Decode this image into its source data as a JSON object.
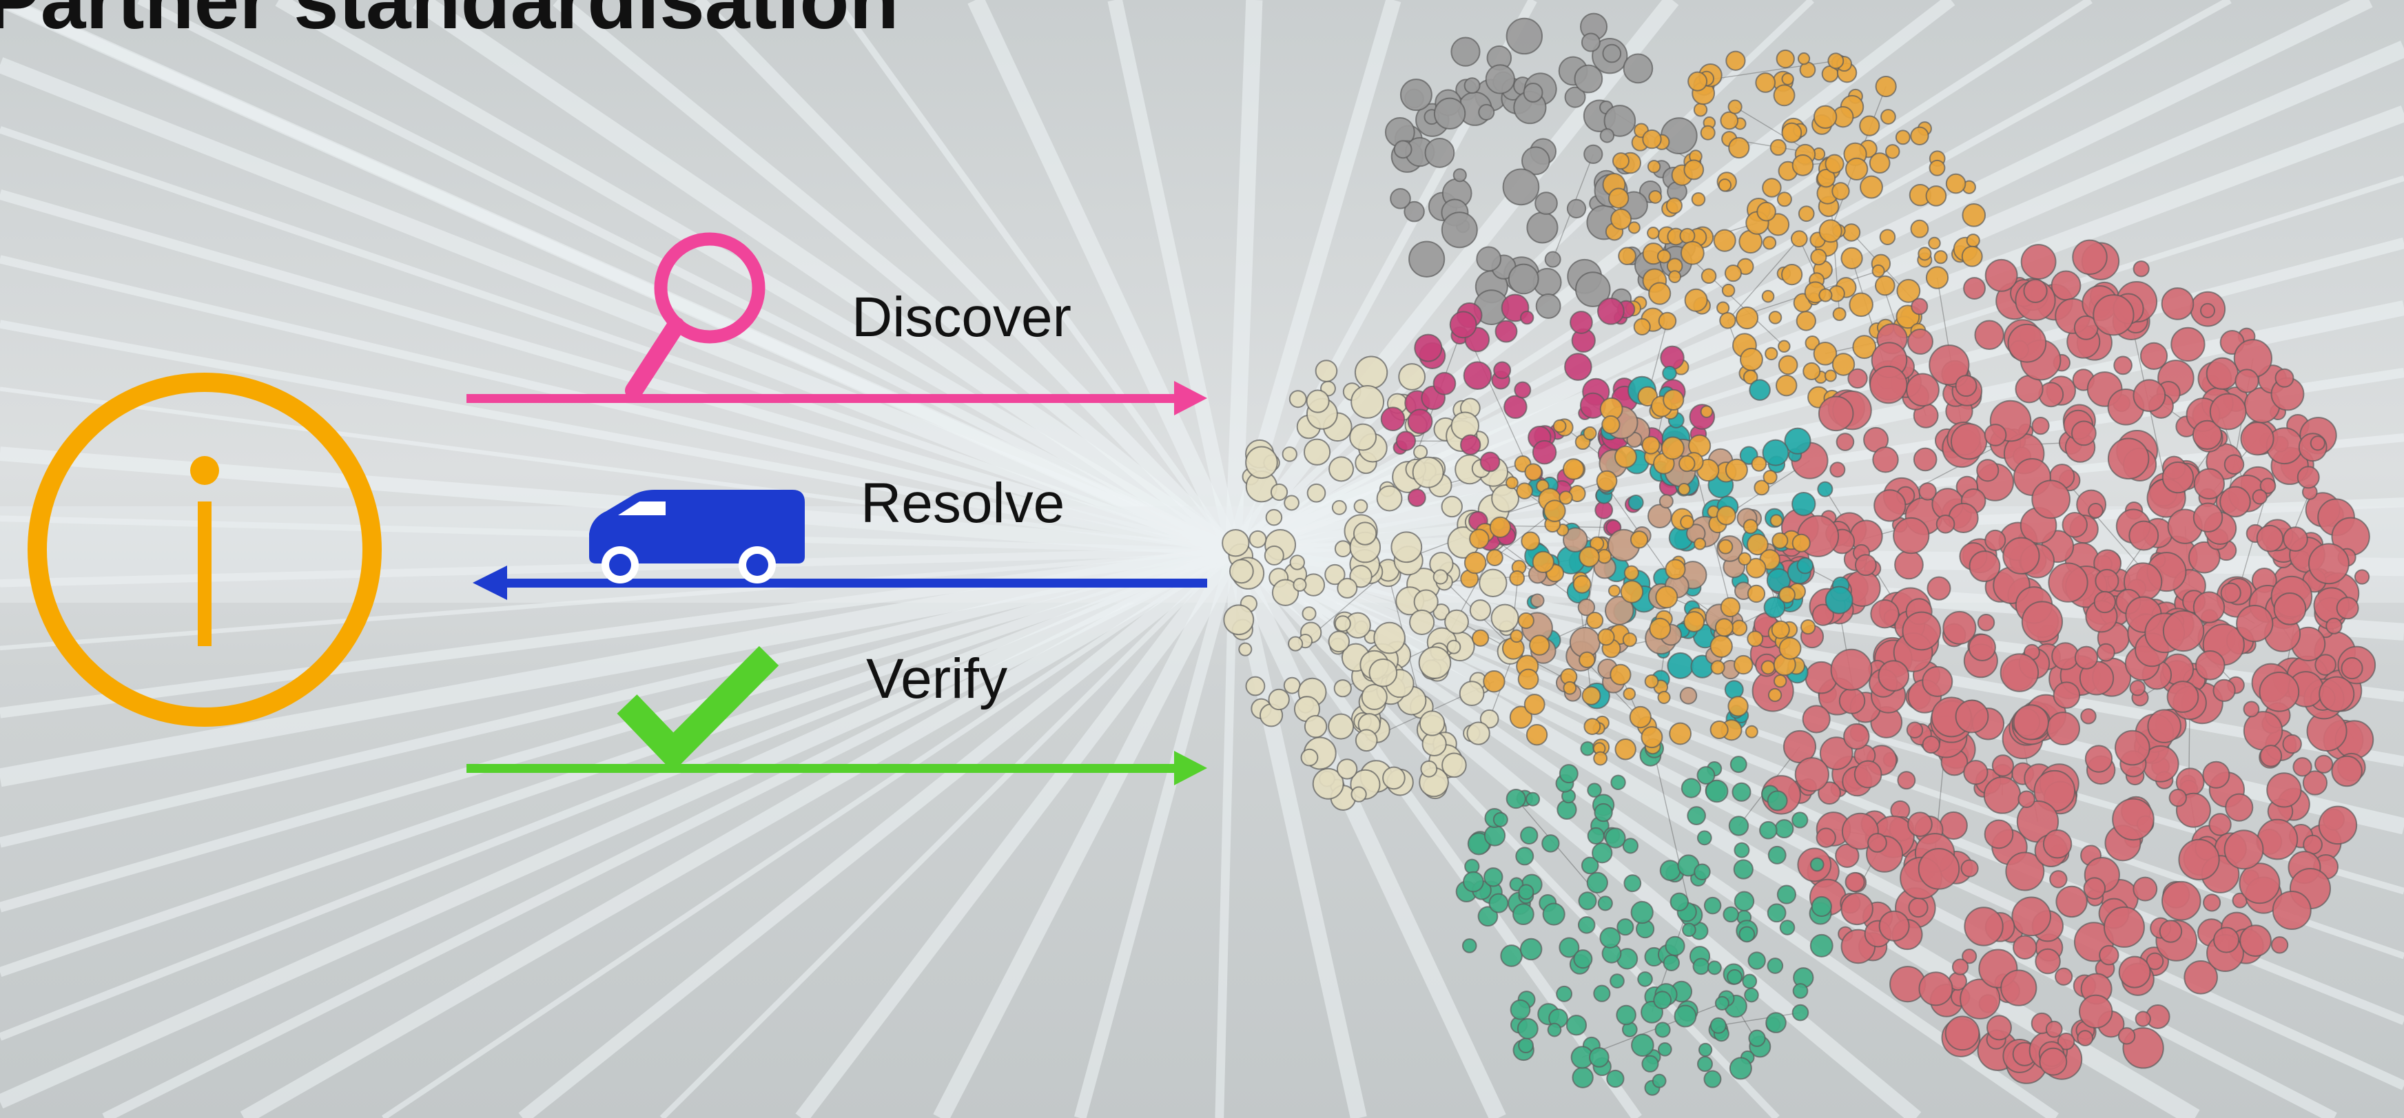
{
  "slide": {
    "title": "Partner standardisation"
  },
  "steps": [
    {
      "label": "Discover",
      "direction": "right",
      "color": "#f0449a",
      "icon": "magnifier-icon"
    },
    {
      "label": "Resolve",
      "direction": "left",
      "color": "#1d3bcf",
      "icon": "delivery-van-icon"
    },
    {
      "label": "Verify",
      "direction": "right",
      "color": "#55d02c",
      "icon": "checkmark-icon"
    }
  ],
  "info_icon": {
    "icon": "info-icon",
    "color": "#f7a800"
  },
  "network_graph": {
    "icon": "network-graph",
    "cluster_colors": {
      "grey": "#9a9a9a",
      "orange": "#e8a53c",
      "red": "#d36b74",
      "beige": "#e3dcc0",
      "green": "#3faf86",
      "magenta": "#c8407a",
      "teal": "#23a9a8",
      "tan": "#c79c82"
    }
  }
}
